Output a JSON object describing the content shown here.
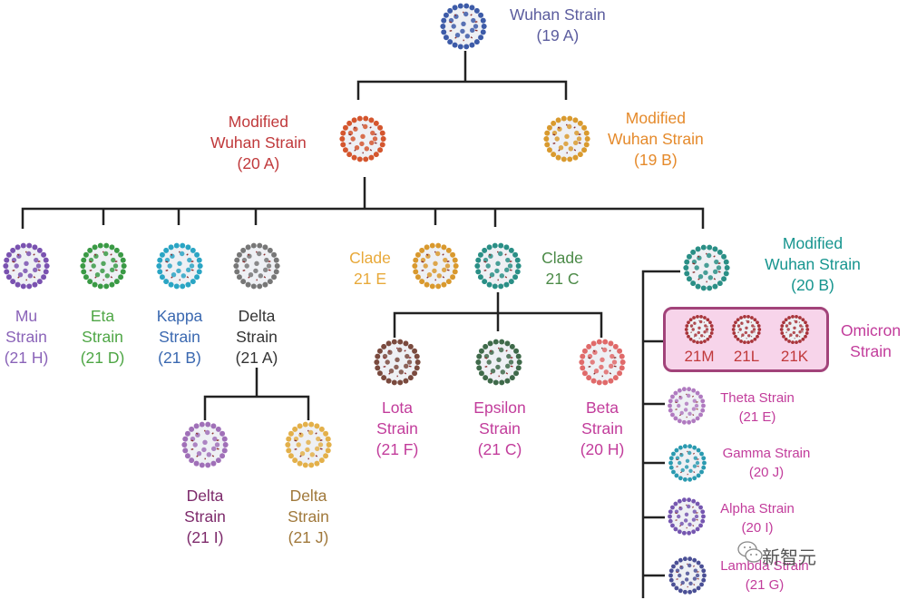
{
  "title": "SARS-CoV-2 variant lineage tree",
  "nodes": {
    "wuhan_19a": {
      "line1": "Wuhan Strain",
      "line2": "(19 A)",
      "color": "#5b5c9e",
      "virus_color": "#3d5ba8"
    },
    "mod_20a": {
      "line1": "Modified",
      "line2": "Wuhan Strain",
      "line3": "(20 A)",
      "color": "#c0393b",
      "virus_color": "#d4562e"
    },
    "mod_19b": {
      "line1": "Modified",
      "line2": "Wuhan Strain",
      "line3": "(19 B)",
      "color": "#e58a2b",
      "virus_color": "#d99a2e"
    },
    "mu": {
      "line1": "Mu",
      "line2": "Strain",
      "line3": "(21 H)",
      "color": "#8a63b8",
      "virus_color": "#7a52b0"
    },
    "eta": {
      "line1": "Eta",
      "line2": "Strain",
      "line3": "(21 D)",
      "color": "#4ea645",
      "virus_color": "#3a9a45"
    },
    "kappa": {
      "line1": "Kappa",
      "line2": "Strain",
      "line3": "(21 B)",
      "color": "#3a68b0",
      "virus_color": "#2aa5c4"
    },
    "delta_21a": {
      "line1": "Delta",
      "line2": "Strain",
      "line3": "(21 A)",
      "color": "#333333",
      "virus_color": "#777777"
    },
    "clade_21e": {
      "line1": "Clade",
      "line2": "21 E",
      "color": "#e8a93a",
      "virus_color": "#d9992e"
    },
    "clade_21c": {
      "line1": "Clade",
      "line2": "21 C",
      "color": "#4b8a47",
      "virus_color": "#2a8f86"
    },
    "mod_20b": {
      "line1": "Modified",
      "line2": "Wuhan Strain",
      "line3": "(20 B)",
      "color": "#17958f",
      "virus_color": "#2a8f86"
    },
    "lota": {
      "line1": "Lota",
      "line2": "Strain",
      "line3": "(21 F)",
      "color": "#c23c9b",
      "virus_color": "#7a4a3e"
    },
    "epsilon": {
      "line1": "Epsilon",
      "line2": "Strain",
      "line3": "(21 C)",
      "color": "#c23c9b",
      "virus_color": "#3f6a4a"
    },
    "beta": {
      "line1": "Beta",
      "line2": "Strain",
      "line3": "(20 H)",
      "color": "#c23c9b",
      "virus_color": "#e06a6a"
    },
    "delta_21i": {
      "line1": "Delta",
      "line2": "Strain",
      "line3": "(21 I)",
      "color": "#7d2a6b",
      "virus_color": "#a070b8"
    },
    "delta_21j": {
      "line1": "Delta",
      "line2": "Strain",
      "line3": "(21 J)",
      "color": "#a0783a",
      "virus_color": "#e3b04a"
    },
    "omicron": {
      "label1": "Omicron",
      "label2": "Strain",
      "color": "#c23c9b",
      "codes": [
        "21M",
        "21L",
        "21K"
      ],
      "virus_color": "#a8343a"
    },
    "theta": {
      "line1": "Theta Strain",
      "line2": "(21 E)",
      "color": "#c23c9b",
      "virus_color": "#b07ac0"
    },
    "gamma": {
      "line1": "Gamma Strain",
      "line2": "(20 J)",
      "color": "#c23c9b",
      "virus_color": "#2a9ab0"
    },
    "alpha": {
      "line1": "Alpha Strain",
      "line2": "(20 I)",
      "color": "#c23c9b",
      "virus_color": "#7556b0"
    },
    "lambda": {
      "line1": "Lambda Strain",
      "line2": "(21 G)",
      "color": "#c23c9b",
      "virus_color": "#4a4f95"
    }
  },
  "watermark": "新智元"
}
